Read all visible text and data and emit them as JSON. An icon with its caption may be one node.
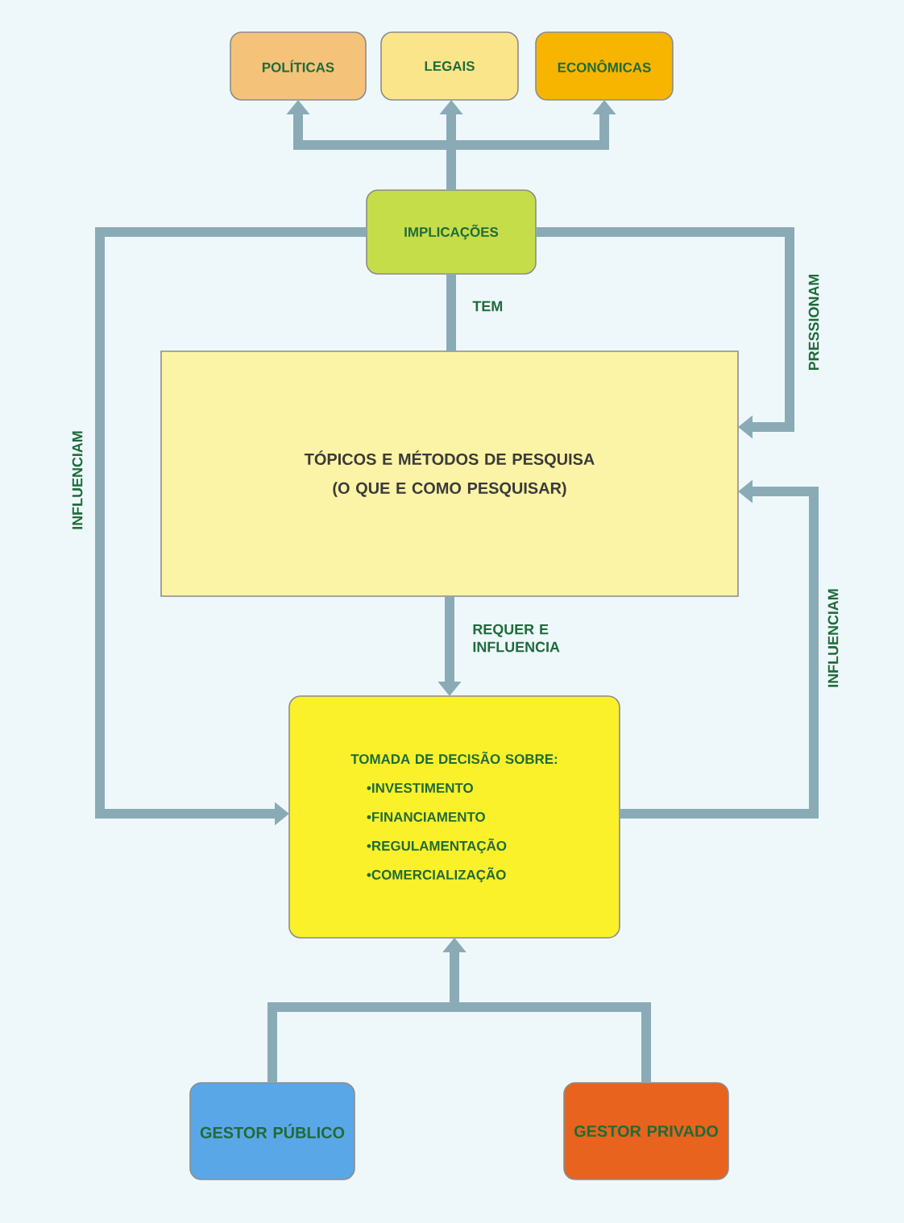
{
  "diagram": {
    "nodes": [
      {
        "text": [
          "POLÍTICAS"
        ]
      },
      {
        "text": [
          "LEGAIS"
        ]
      },
      {
        "text": [
          "ECONÔMICAS"
        ]
      },
      {
        "text": [
          "IMPLICAÇÕES"
        ]
      },
      {
        "text": [
          "TÓPICOS E MÉTODOS DE PESQUISA",
          "(O QUE  E COMO PESQUISAR)"
        ]
      },
      {
        "text": [
          "TOMADA DE DECISÃO SOBRE:",
          "•INVESTIMENTO",
          "•FINANCIAMENTO",
          "•REGULAMENTAÇÃO",
          "•COMERCIALIZAÇÃO"
        ]
      },
      {
        "text": [
          "GESTOR PÚBLICO"
        ]
      },
      {
        "text": [
          "GESTOR PRIVADO"
        ]
      }
    ],
    "edges": [
      {
        "from": 3,
        "to": 0,
        "arrow": "to"
      },
      {
        "from": 3,
        "to": 1,
        "arrow": "to"
      },
      {
        "from": 3,
        "to": 2,
        "arrow": "to"
      },
      {
        "from": 3,
        "to": 4,
        "arrow": "none",
        "label": "TEM"
      },
      {
        "from": 3,
        "to": 4,
        "arrow": "to",
        "label": "PRESSIONAM"
      },
      {
        "from": 3,
        "to": 5,
        "arrow": "to",
        "label": "INFLUENCIAM"
      },
      {
        "from": 4,
        "to": 5,
        "arrow": "to",
        "label": "REQUER E INFLUENCIA"
      },
      {
        "from": 5,
        "to": 4,
        "arrow": "to",
        "label": "INFLUENCIAM"
      },
      {
        "from": 6,
        "to": 5,
        "arrow": "to"
      },
      {
        "from": 7,
        "to": 5,
        "arrow": "to"
      }
    ]
  }
}
